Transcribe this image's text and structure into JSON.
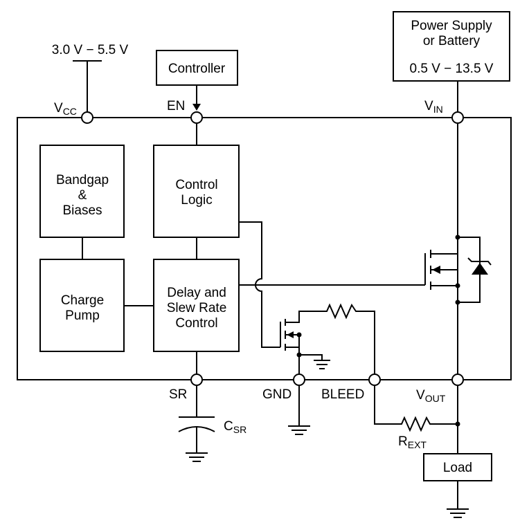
{
  "supply": {
    "vcc_range": "3.0 V − 5.5 V"
  },
  "controller": {
    "label": "Controller"
  },
  "power_supply": {
    "line1": "Power Supply",
    "line2": "or Battery",
    "range": "0.5 V − 13.5 V"
  },
  "pins": {
    "vcc": {
      "main": "V",
      "sub": "CC"
    },
    "en": "EN",
    "vin": {
      "main": "V",
      "sub": "IN"
    },
    "sr": "SR",
    "gnd": "GND",
    "bleed": "BLEED",
    "vout": {
      "main": "V",
      "sub": "OUT"
    }
  },
  "blocks": {
    "bandgap": [
      "Bandgap",
      "&",
      "Biases"
    ],
    "control_logic": [
      "Control",
      "Logic"
    ],
    "charge_pump": [
      "Charge",
      "Pump"
    ],
    "delay": [
      "Delay and",
      "Slew Rate",
      "Control"
    ]
  },
  "components": {
    "csr": {
      "main": "C",
      "sub": "SR"
    },
    "rext": {
      "main": "R",
      "sub": "EXT"
    },
    "load": "Load"
  }
}
